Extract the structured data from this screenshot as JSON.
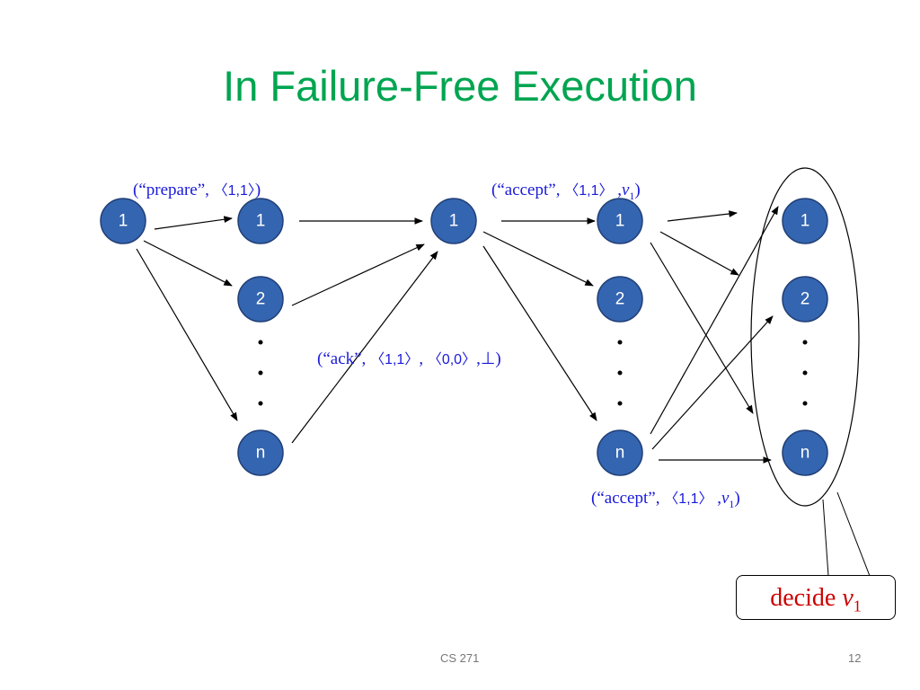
{
  "slide": {
    "title": "In Failure-Free Execution",
    "footer_left": "CS 271",
    "page_number": "12"
  },
  "diagram": {
    "columns": [
      {
        "id": "proposer",
        "nodes": [
          "1"
        ]
      },
      {
        "id": "acceptors-1",
        "nodes": [
          "1",
          "2",
          "n"
        ]
      },
      {
        "id": "proposer-2",
        "nodes": [
          "1"
        ]
      },
      {
        "id": "acceptors-2",
        "nodes": [
          "1",
          "2",
          "n"
        ]
      },
      {
        "id": "learners",
        "nodes": [
          "1",
          "2",
          "n"
        ]
      }
    ],
    "ellipsis": ".",
    "messages": {
      "prepare": {
        "open": "(“prepare”, ",
        "ballot": "〈1,1〉",
        "close": ")"
      },
      "ack": {
        "open": "(“ack”, ",
        "ballot": "〈1,1〉",
        "sep": ", ",
        "ballot2": "〈0,0〉",
        "tail": ",⊥)"
      },
      "accept_top": {
        "open": "(“accept”, ",
        "ballot": "〈1,1〉",
        "sep": " ,",
        "value": "v",
        "sub": "1",
        "close": ")"
      },
      "accept_bottom": {
        "open": "(“accept”, ",
        "ballot": "〈1,1〉",
        "sep": " ,",
        "value": "v",
        "sub": "1",
        "close": ")"
      }
    },
    "decide": {
      "text": "decide ",
      "value": "v",
      "sub": "1"
    }
  },
  "colors": {
    "title": "#00a550",
    "node_fill": "#3465b0",
    "message_text": "#1a1adb",
    "decide_text": "#cc0000"
  }
}
